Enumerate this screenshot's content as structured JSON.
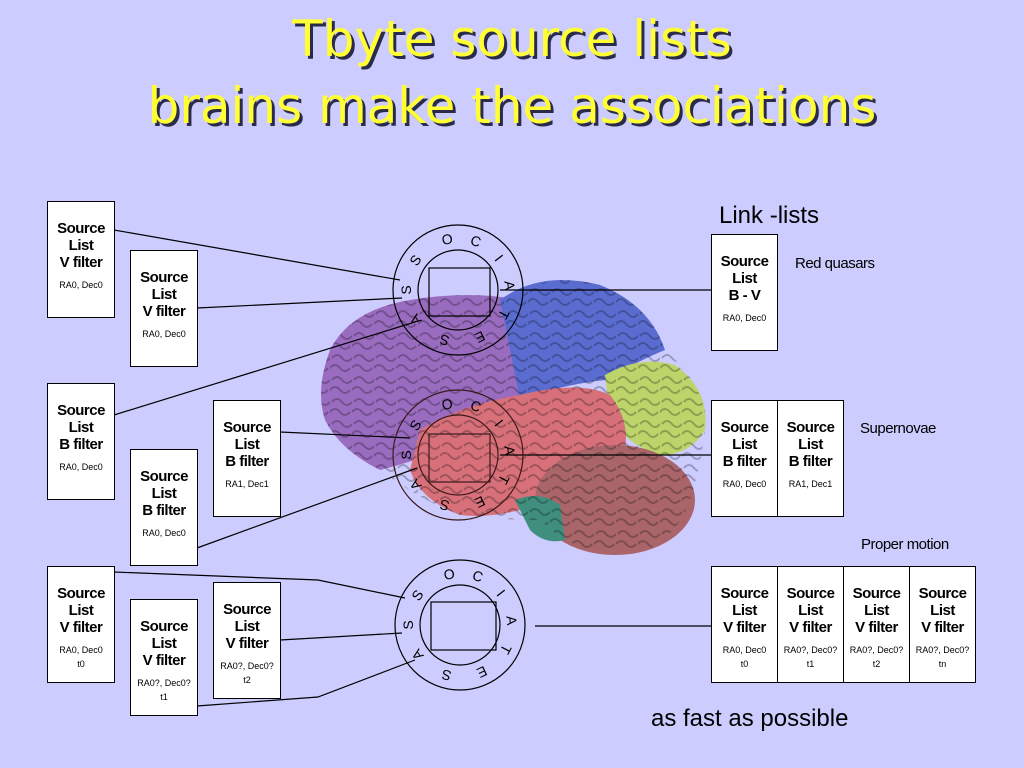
{
  "title": {
    "line1": "Tbyte source lists",
    "line2": "brains make the associations"
  },
  "link_lists_label": "Link -lists",
  "footer": "as fast as possible",
  "ring_letters": [
    "O",
    "C",
    "I",
    "A",
    "T",
    "E",
    "S",
    "A",
    "S",
    "S"
  ],
  "categories": {
    "red_quasars": "Red quasars",
    "supernovae": "Supernovae",
    "proper_motion": "Proper motion"
  },
  "left_lists": {
    "v1": {
      "head": "Source List",
      "filter": "V filter",
      "coords": "RA0, Dec0",
      "time": ""
    },
    "v2": {
      "head": "Source List",
      "filter": "V filter",
      "coords": "RA0, Dec0",
      "time": ""
    },
    "b1": {
      "head": "Source List",
      "filter": "B filter",
      "coords": "RA0, Dec0",
      "time": ""
    },
    "b2": {
      "head": "Source List",
      "filter": "B filter",
      "coords": "RA1, Dec1",
      "time": ""
    },
    "b3": {
      "head": "Source List",
      "filter": "B filter",
      "coords": "RA0, Dec0",
      "time": ""
    },
    "vt0": {
      "head": "Source List",
      "filter": "V filter",
      "coords": "RA0, Dec0",
      "time": "t0"
    },
    "vt1": {
      "head": "Source List",
      "filter": "V filter",
      "coords": "RA0?, Dec0?",
      "time": "t1"
    },
    "vt2": {
      "head": "Source List",
      "filter": "V filter",
      "coords": "RA0?, Dec0?",
      "time": "t2"
    }
  },
  "right_lists": {
    "bv": {
      "head": "Source List",
      "filter": "B - V",
      "coords": "RA0, Dec0",
      "time": ""
    },
    "sn1": {
      "head": "Source List",
      "filter": "B filter",
      "coords": "RA0, Dec0",
      "time": ""
    },
    "sn2": {
      "head": "Source List",
      "filter": "B filter",
      "coords": "RA1, Dec1",
      "time": ""
    },
    "pm0": {
      "head": "Source List",
      "filter": "V filter",
      "coords": "RA0, Dec0",
      "time": "t0"
    },
    "pm1": {
      "head": "Source List",
      "filter": "V filter",
      "coords": "RA0?, Dec0?",
      "time": "t1"
    },
    "pm2": {
      "head": "Source List",
      "filter": "V filter",
      "coords": "RA0?, Dec0?",
      "time": "t2"
    },
    "pmn": {
      "head": "Source List",
      "filter": "V filter",
      "coords": "RA0?, Dec0?",
      "time": "tn"
    }
  }
}
